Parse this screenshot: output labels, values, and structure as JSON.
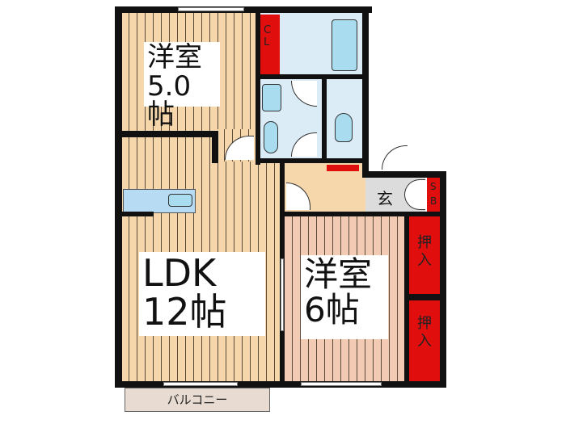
{
  "floorplan": {
    "rooms": {
      "western_room_1": {
        "name": "洋室",
        "size": "5.0帖"
      },
      "ldk": {
        "name": "LDK",
        "size": "12帖"
      },
      "western_room_2": {
        "name": "洋室",
        "size": "6帖"
      },
      "genkan": {
        "name": "玄"
      },
      "closet": {
        "name": "CL"
      },
      "shoe_box": {
        "name": "SB"
      },
      "oshiire_1": {
        "name": "押入"
      },
      "oshiire_2": {
        "name": "押入"
      },
      "balcony": {
        "name": "バルコニー"
      }
    },
    "colors": {
      "wall": "#111111",
      "wood_floor": "#f6d6ab",
      "wood_floor_2": "#f3cbb5",
      "wet_area": "#dcecf7",
      "fixture": "#a8dcee",
      "storage": "#e10e0e",
      "genkan": "#dcdcdc"
    }
  }
}
